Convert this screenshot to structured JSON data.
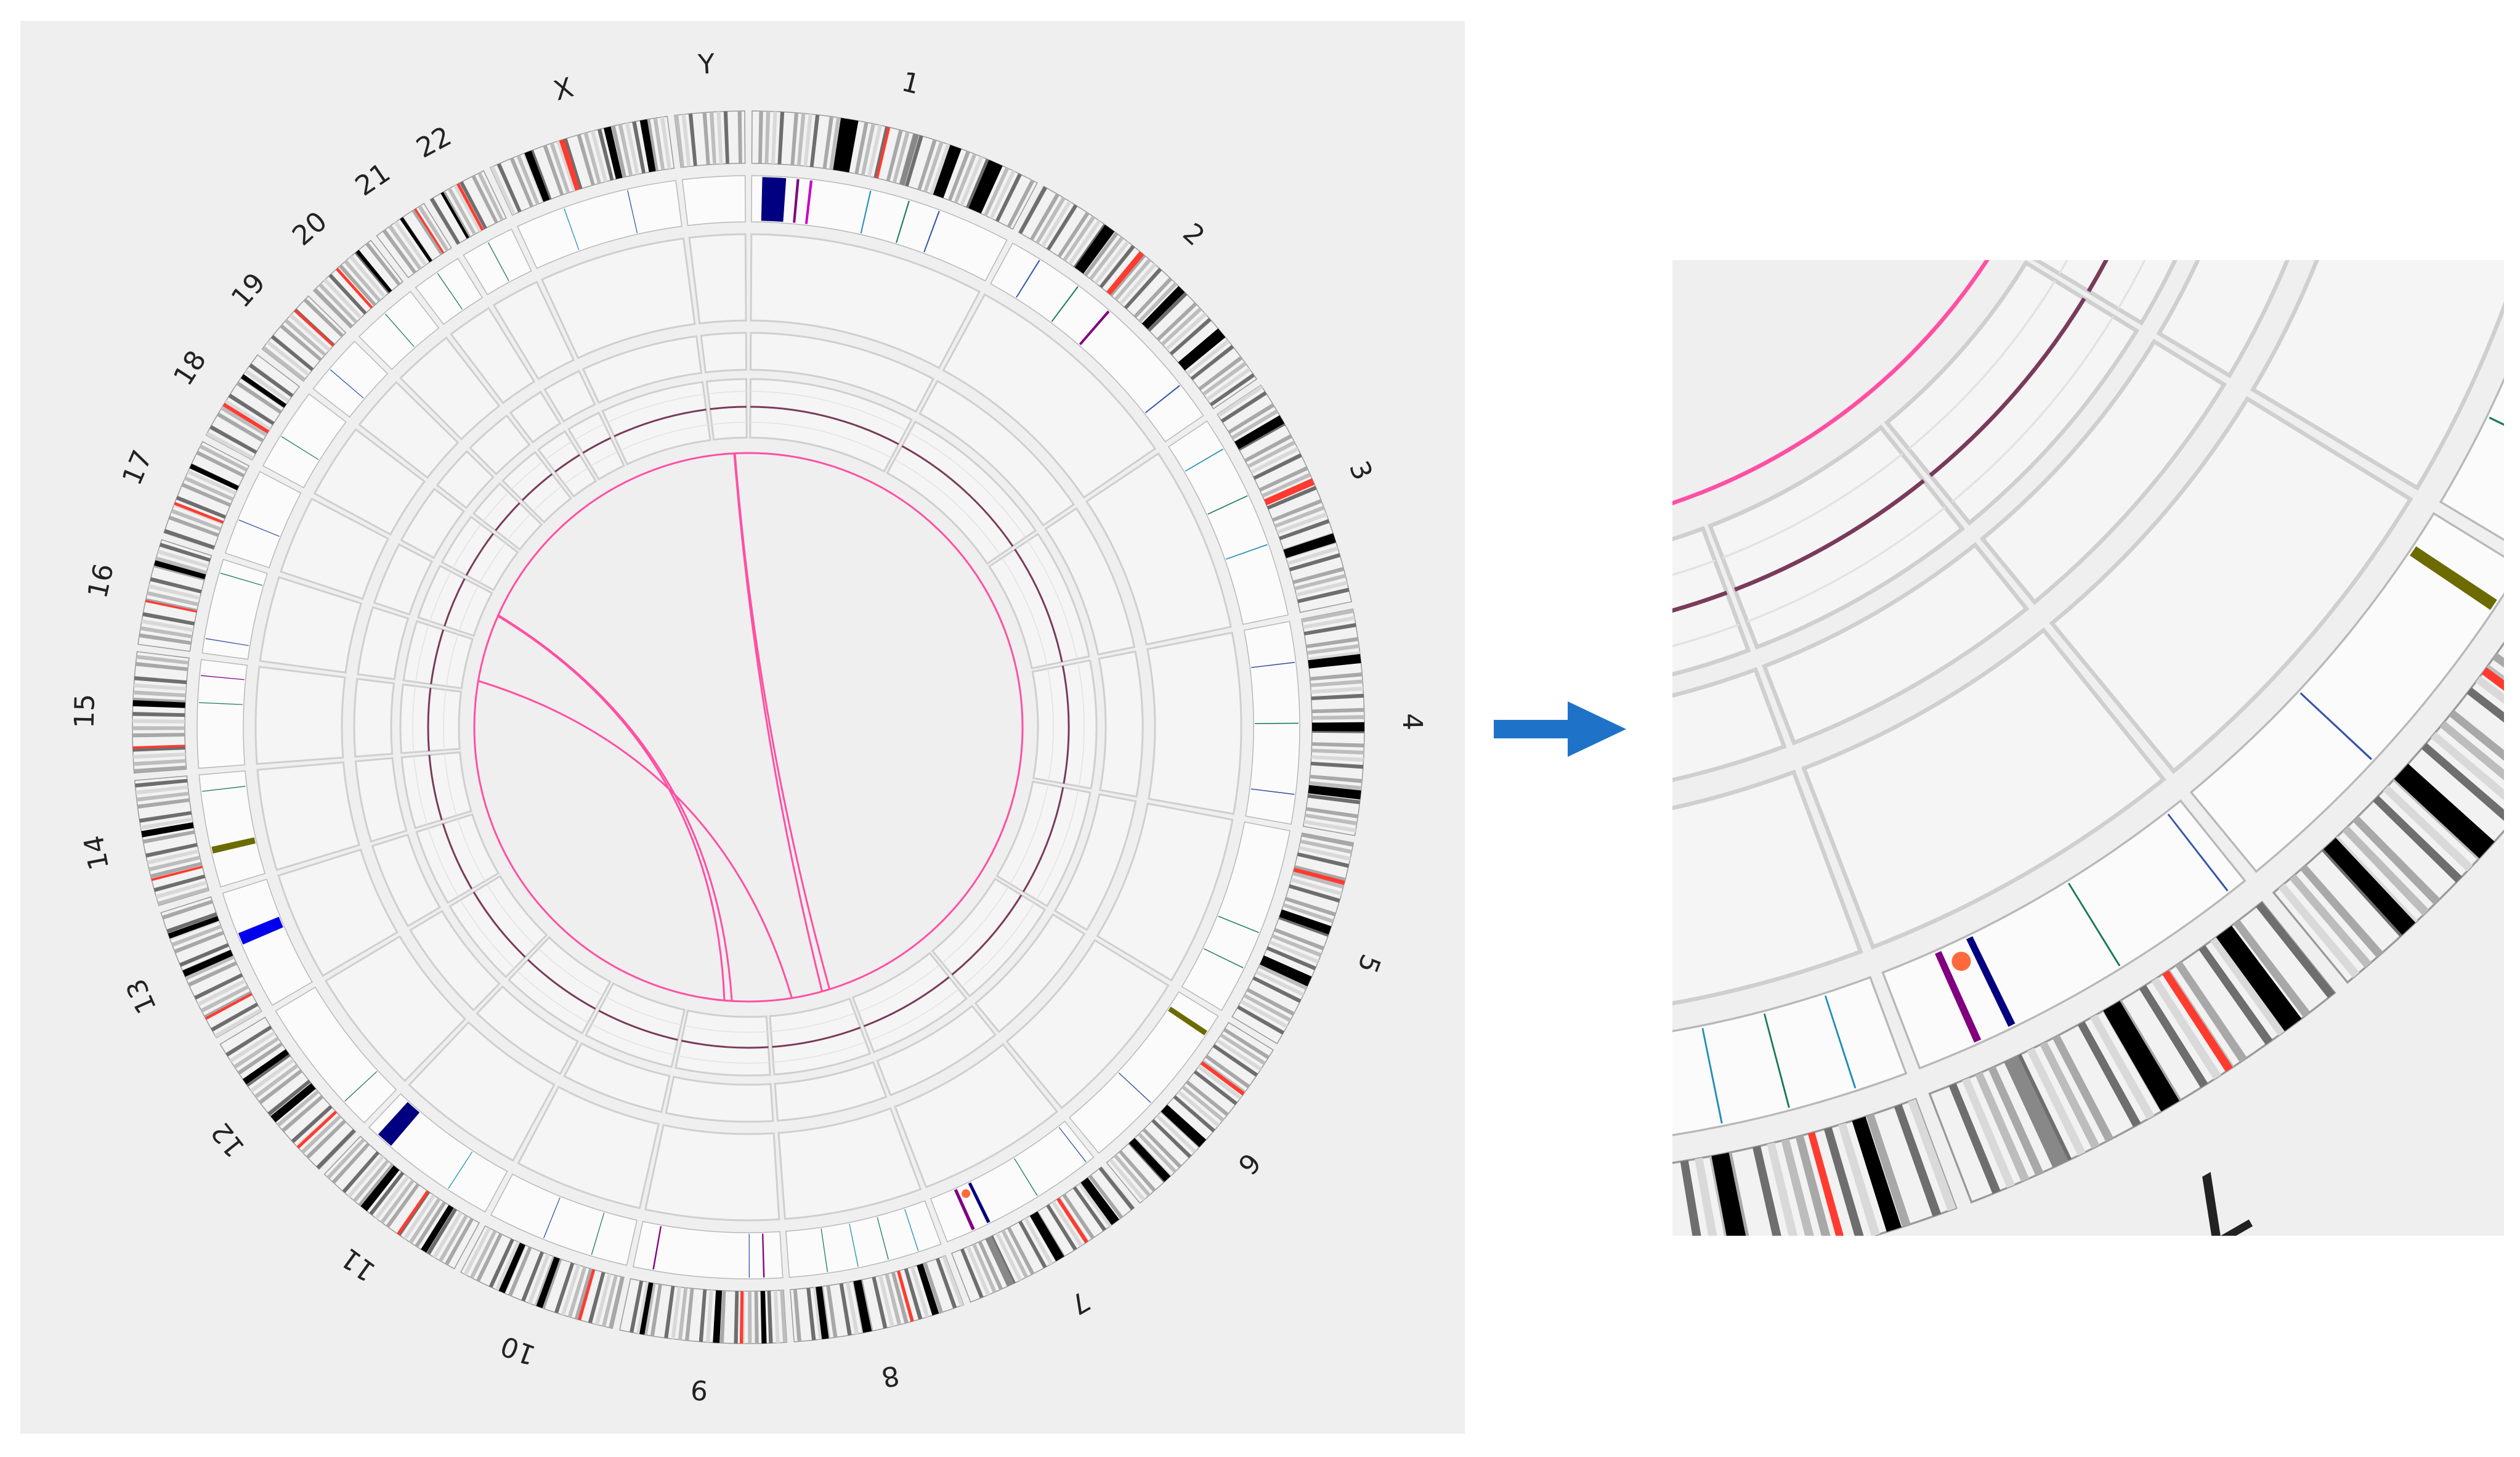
{
  "chromosomes": [
    {
      "name": "1",
      "len": 249,
      "ideogram_marks": [
        {
          "p": 0.3,
          "c": "#000000",
          "w": 0.06
        },
        {
          "p": 0.46,
          "c": "#ff3b30",
          "w": 0.01
        },
        {
          "p": 0.55,
          "c": "#888888",
          "w": 0.02
        },
        {
          "p": 0.68,
          "c": "#000000",
          "w": 0.04
        },
        {
          "p": 0.82,
          "c": "#000000",
          "w": 0.05
        }
      ],
      "track_lines": [
        {
          "p": 0.04,
          "c": "#000080",
          "w": 0.09
        },
        {
          "p": 0.17,
          "c": "#800080",
          "w": 0.01
        },
        {
          "p": 0.22,
          "c": "#cc00cc",
          "w": 0.01
        },
        {
          "p": 0.45,
          "c": "#1e8fb5",
          "w": 0.005
        },
        {
          "p": 0.6,
          "c": "#1a7a5a",
          "w": 0.005
        },
        {
          "p": 0.72,
          "c": "#3355aa",
          "w": 0.005
        }
      ]
    },
    {
      "name": "2",
      "len": 243,
      "ideogram_marks": [
        {
          "p": 0.25,
          "c": "#000000",
          "w": 0.04
        },
        {
          "p": 0.4,
          "c": "#ff3b30",
          "w": 0.02
        },
        {
          "p": 0.58,
          "c": "#000000",
          "w": 0.03
        },
        {
          "p": 0.78,
          "c": "#000000",
          "w": 0.04
        }
      ],
      "track_lines": [
        {
          "p": 0.12,
          "c": "#3355aa",
          "w": 0.005
        },
        {
          "p": 0.3,
          "c": "#1a7a5a",
          "w": 0.005
        },
        {
          "p": 0.45,
          "c": "#800080",
          "w": 0.01
        },
        {
          "p": 0.85,
          "c": "#3355aa",
          "w": 0.005
        }
      ]
    },
    {
      "name": "3",
      "len": 198,
      "ideogram_marks": [
        {
          "p": 0.15,
          "c": "#000000",
          "w": 0.04
        },
        {
          "p": 0.45,
          "c": "#ff3b30",
          "w": 0.03
        },
        {
          "p": 0.7,
          "c": "#000000",
          "w": 0.04
        }
      ],
      "track_lines": [
        {
          "p": 0.15,
          "c": "#1e8fb5",
          "w": 0.005
        },
        {
          "p": 0.4,
          "c": "#1a7a5a",
          "w": 0.005
        },
        {
          "p": 0.65,
          "c": "#1e8fb5",
          "w": 0.005
        }
      ]
    },
    {
      "name": "4",
      "len": 191,
      "ideogram_marks": [
        {
          "p": 0.2,
          "c": "#000000",
          "w": 0.04
        },
        {
          "p": 0.5,
          "c": "#000000",
          "w": 0.04
        },
        {
          "p": 0.8,
          "c": "#000000",
          "w": 0.04
        }
      ],
      "track_lines": [
        {
          "p": 0.2,
          "c": "#3355aa",
          "w": 0.005
        },
        {
          "p": 0.5,
          "c": "#1a7a5a",
          "w": 0.005
        },
        {
          "p": 0.85,
          "c": "#3355aa",
          "w": 0.005
        }
      ]
    },
    {
      "name": "5",
      "len": 181,
      "ideogram_marks": [
        {
          "p": 0.18,
          "c": "#ff3b30",
          "w": 0.02
        },
        {
          "p": 0.4,
          "c": "#000000",
          "w": 0.04
        },
        {
          "p": 0.65,
          "c": "#000000",
          "w": 0.05
        }
      ],
      "track_lines": [
        {
          "p": 0.55,
          "c": "#1a7a5a",
          "w": 0.005
        },
        {
          "p": 0.75,
          "c": "#1a7a5a",
          "w": 0.005
        }
      ]
    },
    {
      "name": "6",
      "len": 171,
      "ideogram_marks": [
        {
          "p": 0.25,
          "c": "#ff3b30",
          "w": 0.02
        },
        {
          "p": 0.55,
          "c": "#000000",
          "w": 0.05
        },
        {
          "p": 0.8,
          "c": "#000000",
          "w": 0.04
        }
      ],
      "track_lines": [
        {
          "p": 0.1,
          "c": "#6b6b00",
          "w": 0.03
        },
        {
          "p": 0.6,
          "c": "#3355aa",
          "w": 0.005
        }
      ]
    },
    {
      "name": "7",
      "len": 159,
      "ideogram_marks": [
        {
          "p": 0.1,
          "c": "#000000",
          "w": 0.05
        },
        {
          "p": 0.3,
          "c": "#ff3b30",
          "w": 0.02
        },
        {
          "p": 0.45,
          "c": "#000000",
          "w": 0.05
        },
        {
          "p": 0.75,
          "c": "#888888",
          "w": 0.04
        }
      ],
      "track_lines": [
        {
          "p": 0.05,
          "c": "#3355aa",
          "w": 0.005
        },
        {
          "p": 0.4,
          "c": "#1a7a5a",
          "w": 0.005
        },
        {
          "p": 0.72,
          "c": "#000080",
          "w": 0.02
        },
        {
          "p": 0.82,
          "c": "#800080",
          "w": 0.02
        }
      ]
    },
    {
      "name": "8",
      "len": 146,
      "ideogram_marks": [
        {
          "p": 0.15,
          "c": "#000000",
          "w": 0.04
        },
        {
          "p": 0.3,
          "c": "#ff3b30",
          "w": 0.02
        },
        {
          "p": 0.55,
          "c": "#000000",
          "w": 0.05
        },
        {
          "p": 0.8,
          "c": "#000000",
          "w": 0.04
        }
      ],
      "track_lines": [
        {
          "p": 0.15,
          "c": "#1e8fb5",
          "w": 0.005
        },
        {
          "p": 0.35,
          "c": "#1a7a5a",
          "w": 0.005
        },
        {
          "p": 0.55,
          "c": "#1e8fb5",
          "w": 0.005
        },
        {
          "p": 0.75,
          "c": "#1a7a5a",
          "w": 0.005
        }
      ]
    },
    {
      "name": "9",
      "len": 141,
      "ideogram_marks": [
        {
          "p": 0.12,
          "c": "#000000",
          "w": 0.03
        },
        {
          "p": 0.26,
          "c": "#ff3b30",
          "w": 0.02
        },
        {
          "p": 0.4,
          "c": "#000000",
          "w": 0.04
        },
        {
          "p": 0.85,
          "c": "#000000",
          "w": 0.03
        }
      ],
      "track_lines": [
        {
          "p": 0.12,
          "c": "#800080",
          "w": 0.01
        },
        {
          "p": 0.22,
          "c": "#3355aa",
          "w": 0.005
        },
        {
          "p": 0.86,
          "c": "#800080",
          "w": 0.01
        }
      ]
    },
    {
      "name": "10",
      "len": 136,
      "ideogram_marks": [
        {
          "p": 0.2,
          "c": "#ff3b30",
          "w": 0.02
        },
        {
          "p": 0.45,
          "c": "#000000",
          "w": 0.04
        },
        {
          "p": 0.7,
          "c": "#000000",
          "w": 0.04
        }
      ],
      "track_lines": [
        {
          "p": 0.25,
          "c": "#1a7a5a",
          "w": 0.005
        },
        {
          "p": 0.6,
          "c": "#3355aa",
          "w": 0.005
        }
      ]
    },
    {
      "name": "11",
      "len": 135,
      "ideogram_marks": [
        {
          "p": 0.2,
          "c": "#000000",
          "w": 0.04
        },
        {
          "p": 0.4,
          "c": "#ff3b30",
          "w": 0.02
        },
        {
          "p": 0.65,
          "c": "#000000",
          "w": 0.05
        }
      ],
      "track_lines": [
        {
          "p": 0.3,
          "c": "#1e8fb5",
          "w": 0.005
        },
        {
          "p": 0.8,
          "c": "#000080",
          "w": 0.12
        }
      ]
    },
    {
      "name": "12",
      "len": 134,
      "ideogram_marks": [
        {
          "p": 0.18,
          "c": "#ff3b30",
          "w": 0.02
        },
        {
          "p": 0.4,
          "c": "#000000",
          "w": 0.05
        },
        {
          "p": 0.7,
          "c": "#000000",
          "w": 0.04
        }
      ],
      "track_lines": [
        {
          "p": 0.2,
          "c": "#1a7a5a",
          "w": 0.005
        }
      ]
    },
    {
      "name": "13",
      "len": 115,
      "ideogram_marks": [
        {
          "p": 0.15,
          "c": "#ff3b30",
          "w": 0.02
        },
        {
          "p": 0.5,
          "c": "#000000",
          "w": 0.05
        },
        {
          "p": 0.8,
          "c": "#000000",
          "w": 0.04
        }
      ],
      "track_lines": [
        {
          "p": 0.55,
          "c": "#0000ee",
          "w": 0.1
        }
      ]
    },
    {
      "name": "14",
      "len": 107,
      "ideogram_marks": [
        {
          "p": 0.2,
          "c": "#ff3b30",
          "w": 0.02
        },
        {
          "p": 0.55,
          "c": "#000000",
          "w": 0.05
        }
      ],
      "track_lines": [
        {
          "p": 0.3,
          "c": "#6b6b00",
          "w": 0.06
        },
        {
          "p": 0.85,
          "c": "#1a7a5a",
          "w": 0.005
        }
      ]
    },
    {
      "name": "15",
      "len": 102,
      "ideogram_marks": [
        {
          "p": 0.2,
          "c": "#ff3b30",
          "w": 0.02
        },
        {
          "p": 0.55,
          "c": "#000000",
          "w": 0.05
        }
      ],
      "track_lines": [
        {
          "p": 0.6,
          "c": "#1a7a5a",
          "w": 0.005
        },
        {
          "p": 0.85,
          "c": "#800080",
          "w": 0.005
        }
      ]
    },
    {
      "name": "16",
      "len": 90,
      "ideogram_marks": [
        {
          "p": 0.4,
          "c": "#ff3b30",
          "w": 0.02
        },
        {
          "p": 0.75,
          "c": "#000000",
          "w": 0.05
        }
      ],
      "track_lines": [
        {
          "p": 0.15,
          "c": "#3355aa",
          "w": 0.005
        },
        {
          "p": 0.85,
          "c": "#1a7a5a",
          "w": 0.005
        }
      ]
    },
    {
      "name": "17",
      "len": 83,
      "ideogram_marks": [
        {
          "p": 0.3,
          "c": "#ff3b30",
          "w": 0.03
        },
        {
          "p": 0.7,
          "c": "#000000",
          "w": 0.05
        }
      ],
      "track_lines": [
        {
          "p": 0.4,
          "c": "#3355aa",
          "w": 0.005
        }
      ]
    },
    {
      "name": "18",
      "len": 80,
      "ideogram_marks": [
        {
          "p": 0.35,
          "c": "#ff3b30",
          "w": 0.04
        },
        {
          "p": 0.7,
          "c": "#000000",
          "w": 0.05
        }
      ],
      "track_lines": [
        {
          "p": 0.4,
          "c": "#1a7a5a",
          "w": 0.005
        }
      ]
    },
    {
      "name": "19",
      "len": 59,
      "ideogram_marks": [
        {
          "p": 0.7,
          "c": "#ff3b30",
          "w": 0.04
        }
      ],
      "track_lines": [
        {
          "p": 0.4,
          "c": "#3355aa",
          "w": 0.005
        }
      ]
    },
    {
      "name": "20",
      "len": 64,
      "ideogram_marks": [
        {
          "p": 0.4,
          "c": "#ff3b30",
          "w": 0.04
        },
        {
          "p": 0.75,
          "c": "#000000",
          "w": 0.05
        }
      ],
      "track_lines": [
        {
          "p": 0.5,
          "c": "#1a7a5a",
          "w": 0.005
        }
      ]
    },
    {
      "name": "21",
      "len": 48,
      "ideogram_marks": [
        {
          "p": 0.5,
          "c": "#000000",
          "w": 0.06
        },
        {
          "p": 0.8,
          "c": "#ff3b30",
          "w": 0.04
        }
      ],
      "track_lines": [
        {
          "p": 0.5,
          "c": "#1a7a5a",
          "w": 0.005
        }
      ]
    },
    {
      "name": "22",
      "len": 51,
      "ideogram_marks": [
        {
          "p": 0.5,
          "c": "#ff3b30",
          "w": 0.05
        },
        {
          "p": 0.2,
          "c": "#000000",
          "w": 0.05
        }
      ],
      "track_lines": [
        {
          "p": 0.5,
          "c": "#1a7a5a",
          "w": 0.005
        }
      ]
    },
    {
      "name": "X",
      "len": 155,
      "ideogram_marks": [
        {
          "p": 0.2,
          "c": "#000000",
          "w": 0.04
        },
        {
          "p": 0.4,
          "c": "#ff3b30",
          "w": 0.03
        },
        {
          "p": 0.65,
          "c": "#000000",
          "w": 0.04
        },
        {
          "p": 0.85,
          "c": "#000000",
          "w": 0.04
        }
      ],
      "track_lines": [
        {
          "p": 0.3,
          "c": "#1e8fb5",
          "w": 0.005
        },
        {
          "p": 0.7,
          "c": "#3355aa",
          "w": 0.005
        }
      ]
    },
    {
      "name": "Y",
      "len": 59,
      "ideogram_marks": [],
      "track_lines": []
    }
  ],
  "links": [
    {
      "from": {
        "chr": "17",
        "p": 0.6
      },
      "to": {
        "chr": "9",
        "p": 0.55
      }
    },
    {
      "from": {
        "chr": "17",
        "p": 0.62
      },
      "to": {
        "chr": "9",
        "p": 0.45
      }
    },
    {
      "from": {
        "chr": "Y",
        "p": 0.6
      },
      "to": {
        "chr": "8",
        "p": 0.3
      }
    },
    {
      "from": {
        "chr": "Y",
        "p": 0.62
      },
      "to": {
        "chr": "8",
        "p": 0.2
      }
    },
    {
      "from": {
        "chr": "16",
        "p": 0.2
      },
      "to": {
        "chr": "8",
        "p": 0.7
      }
    }
  ],
  "point_marks": [
    {
      "chr": "7",
      "p": 0.78,
      "color": "#ff6a3d"
    }
  ],
  "zoom_labels": [
    "7",
    "8",
    "9"
  ],
  "colors": {
    "panel_bg": "#efefef",
    "cell_bg": "#f5f5f5",
    "divider": "#cfcfcf",
    "ring_line": "#7a3a5a",
    "link": "#ff4fa3",
    "arrow": "#1e73c8"
  }
}
